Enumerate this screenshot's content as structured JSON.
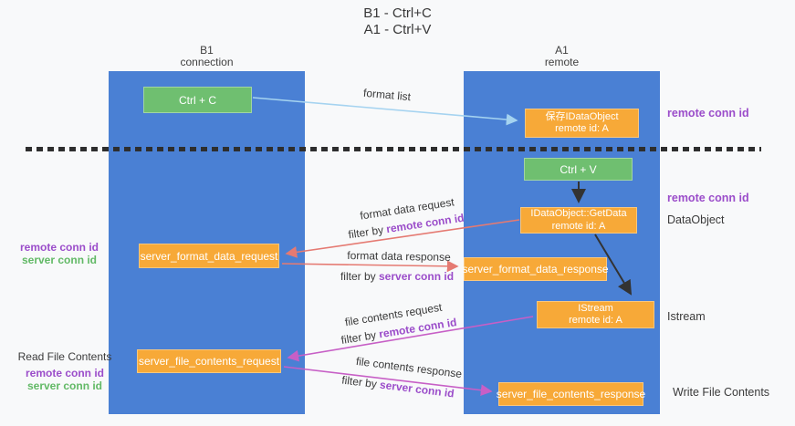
{
  "title": {
    "line1": "B1 - Ctrl+C",
    "line2": "A1 - Ctrl+V"
  },
  "lanes": {
    "left": {
      "header1": "B1",
      "header2": "connection"
    },
    "right": {
      "header1": "A1",
      "header2": "remote"
    }
  },
  "nodes": {
    "ctrl_c": {
      "label": "Ctrl + C"
    },
    "save_dataobject": {
      "line1": "保存IDataObject",
      "line2": "remote id: A"
    },
    "ctrl_v": {
      "label": "Ctrl + V"
    },
    "getdata": {
      "line1": "IDataObject::GetData",
      "line2": "remote id: A"
    },
    "format_request": {
      "label": "server_format_data_request"
    },
    "format_response": {
      "label": "server_format_data_response"
    },
    "istream": {
      "line1": "IStream",
      "line2": "remote id: A"
    },
    "file_request": {
      "label": "server_file_contents_request"
    },
    "file_response": {
      "label": "server_file_contents_response"
    }
  },
  "edge_labels": {
    "format_list": "format list",
    "format_data_request": "format data request",
    "format_data_response": "format data response",
    "file_contents_request": "file contents request",
    "file_contents_response": "file contents response",
    "filter_by": "filter by",
    "remote_conn_id": "remote conn id",
    "server_conn_id": "server conn id"
  },
  "side_labels": {
    "remote_conn_id": "remote conn id",
    "server_conn_id": "server conn id",
    "dataobject": "DataObject",
    "istream": "Istream",
    "read_file_contents": "Read File Contents",
    "write_file_contents": "Write File Contents"
  },
  "colors": {
    "lane_blue": "#4a80d4",
    "node_green": "#6fbf70",
    "node_orange": "#f7a938",
    "arrow_light_blue": "#a5d3f0",
    "arrow_salmon": "#e57a72",
    "arrow_magenta": "#c75fc6",
    "arrow_black": "#333333",
    "text_purple": "#9b4dca",
    "text_green": "#62b966",
    "text_dark": "#3a3a3a",
    "background": "#f8f9fa"
  }
}
